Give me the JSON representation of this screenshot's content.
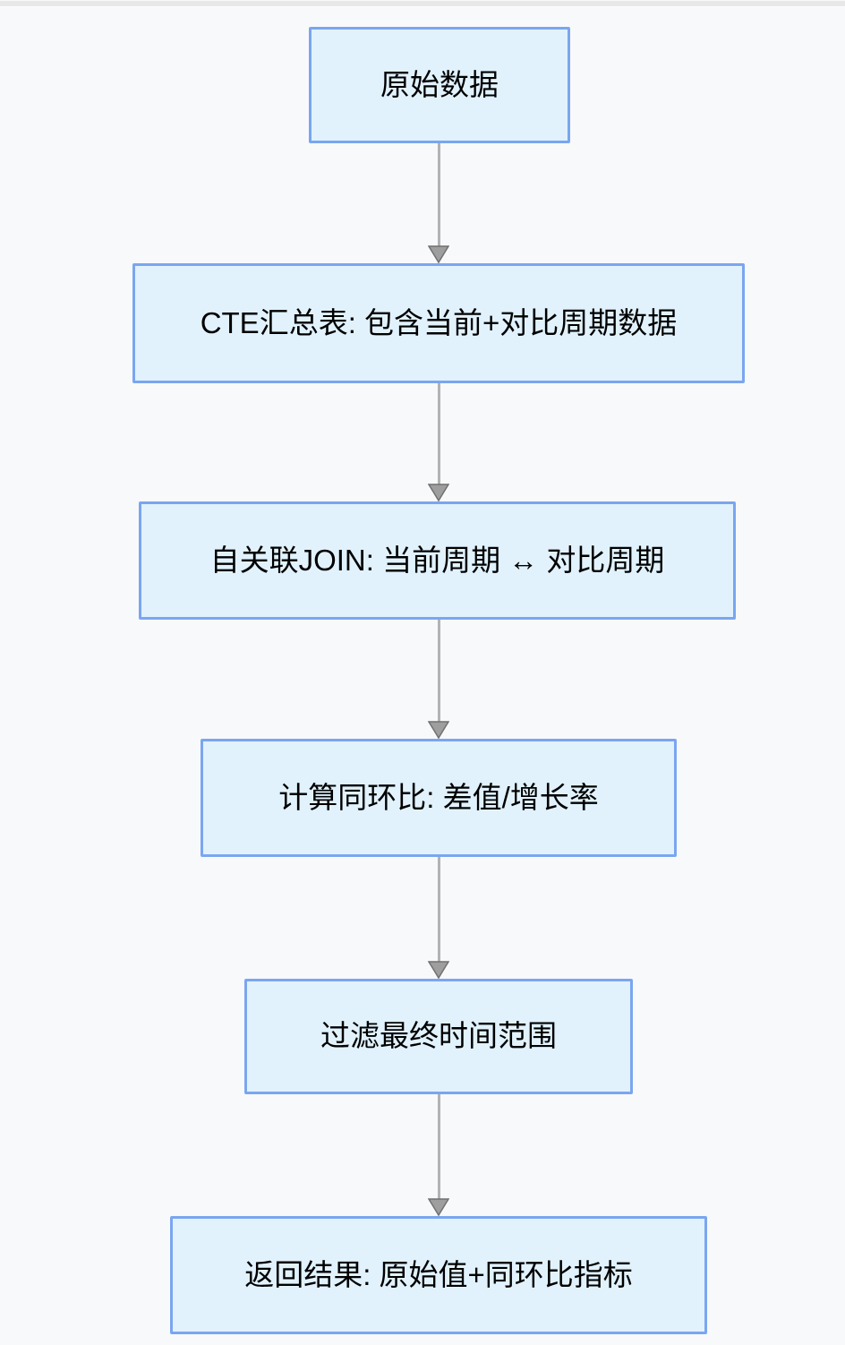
{
  "page": {
    "background_color": "#f8f9fb",
    "top_strip_color": "#e8e8e8"
  },
  "flowchart": {
    "type": "flowchart",
    "direction": "top-down",
    "style": {
      "node_fill": "#e1f2fd",
      "node_border": "#7aa6f0",
      "node_text_color": "#000000",
      "arrow_line_color": "#b3b3b3",
      "arrowhead_fill": "#9e9e9e",
      "arrowhead_stroke": "#707070"
    },
    "nodes": [
      {
        "id": "raw-data",
        "label": "原始数据"
      },
      {
        "id": "cte-summary",
        "label": "CTE汇总表: 包含当前+对比周期数据"
      },
      {
        "id": "self-join",
        "label": "自关联JOIN: 当前周期 ↔ 对比周期"
      },
      {
        "id": "calc-yoy-mom",
        "label": "计算同环比: 差值/增长率"
      },
      {
        "id": "filter-range",
        "label": "过滤最终时间范围"
      },
      {
        "id": "return-result",
        "label": "返回结果: 原始值+同环比指标"
      }
    ],
    "edges": [
      {
        "from": "raw-data",
        "to": "cte-summary"
      },
      {
        "from": "cte-summary",
        "to": "self-join"
      },
      {
        "from": "self-join",
        "to": "calc-yoy-mom"
      },
      {
        "from": "calc-yoy-mom",
        "to": "filter-range"
      },
      {
        "from": "filter-range",
        "to": "return-result"
      }
    ]
  }
}
